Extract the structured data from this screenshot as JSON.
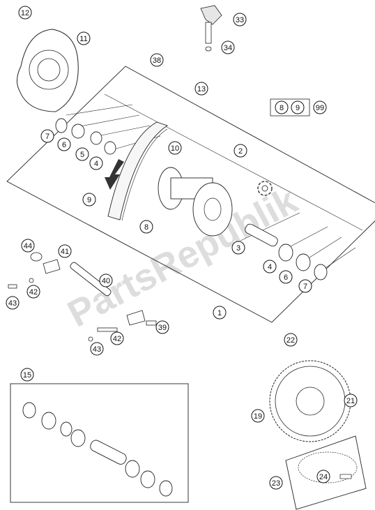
{
  "watermark": "PartsRepublik",
  "callouts": [
    {
      "id": "c12a",
      "label": "12"
    },
    {
      "id": "c11",
      "label": "11"
    },
    {
      "id": "c33",
      "label": "33"
    },
    {
      "id": "c34",
      "label": "34"
    },
    {
      "id": "c38",
      "label": "38"
    },
    {
      "id": "c13",
      "label": "13"
    },
    {
      "id": "c8a",
      "label": "8"
    },
    {
      "id": "c9a",
      "label": "9"
    },
    {
      "id": "c99",
      "label": "99"
    },
    {
      "id": "c7a",
      "label": "7"
    },
    {
      "id": "c6a",
      "label": "6"
    },
    {
      "id": "c5",
      "label": "5"
    },
    {
      "id": "c4a",
      "label": "4"
    },
    {
      "id": "c10",
      "label": "10"
    },
    {
      "id": "c2",
      "label": "2"
    },
    {
      "id": "c9b",
      "label": "9"
    },
    {
      "id": "c8b",
      "label": "8"
    },
    {
      "id": "c3",
      "label": "3"
    },
    {
      "id": "c4b",
      "label": "4"
    },
    {
      "id": "c6b",
      "label": "6"
    },
    {
      "id": "c7b",
      "label": "7"
    },
    {
      "id": "c44",
      "label": "44"
    },
    {
      "id": "c41",
      "label": "41"
    },
    {
      "id": "c40",
      "label": "40"
    },
    {
      "id": "c42a",
      "label": "42"
    },
    {
      "id": "c43a",
      "label": "43"
    },
    {
      "id": "c1",
      "label": "1"
    },
    {
      "id": "c39",
      "label": "39"
    },
    {
      "id": "c42b",
      "label": "42"
    },
    {
      "id": "c43b",
      "label": "43"
    },
    {
      "id": "c22",
      "label": "22"
    },
    {
      "id": "c21",
      "label": "21"
    },
    {
      "id": "c19",
      "label": "19"
    },
    {
      "id": "c15",
      "label": "15"
    },
    {
      "id": "c23",
      "label": "23"
    },
    {
      "id": "c24",
      "label": "24"
    }
  ]
}
